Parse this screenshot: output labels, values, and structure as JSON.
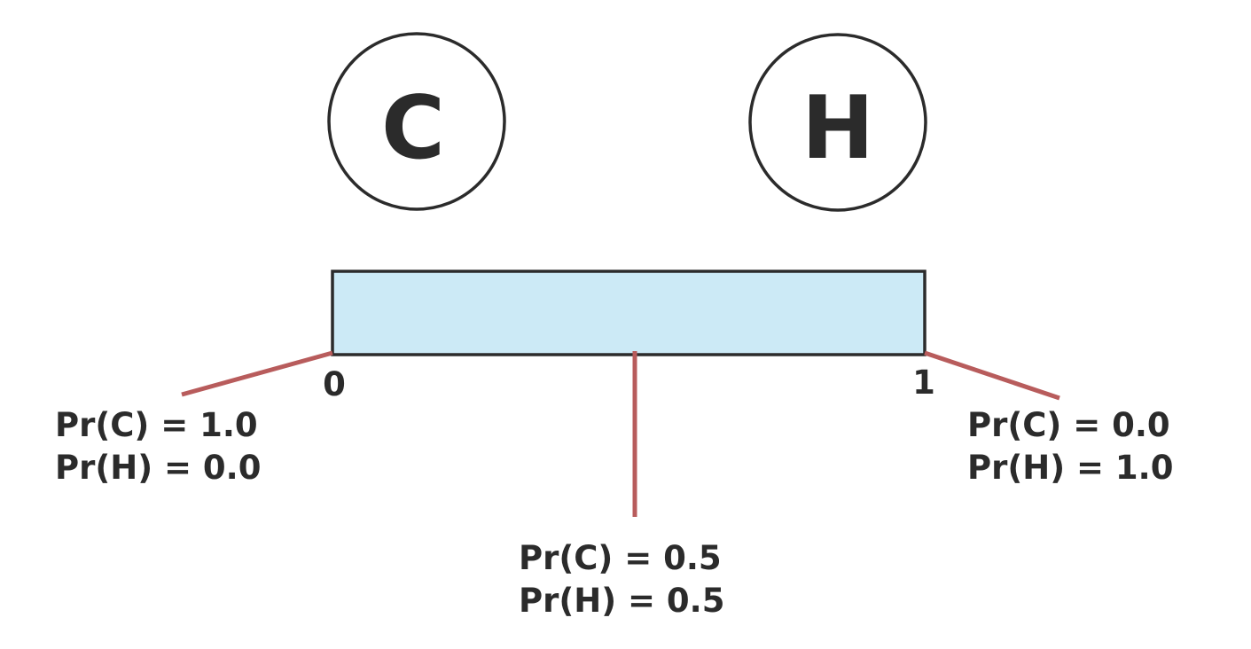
{
  "outcomes": {
    "left": {
      "letter": "C"
    },
    "right": {
      "letter": "H"
    }
  },
  "scale": {
    "fill_color": "#cceaf6",
    "border_color": "#2b2b2b",
    "min_label": "0",
    "max_label": "1"
  },
  "pointer_color": "#b85c5c",
  "annotations": {
    "left": {
      "line1": "Pr(C) = 1.0",
      "line2": "Pr(H) = 0.0"
    },
    "middle": {
      "line1": "Pr(C) = 0.5",
      "line2": "Pr(H) = 0.5"
    },
    "right": {
      "line1": "Pr(C) = 0.0",
      "line2": "Pr(H) = 1.0"
    }
  }
}
